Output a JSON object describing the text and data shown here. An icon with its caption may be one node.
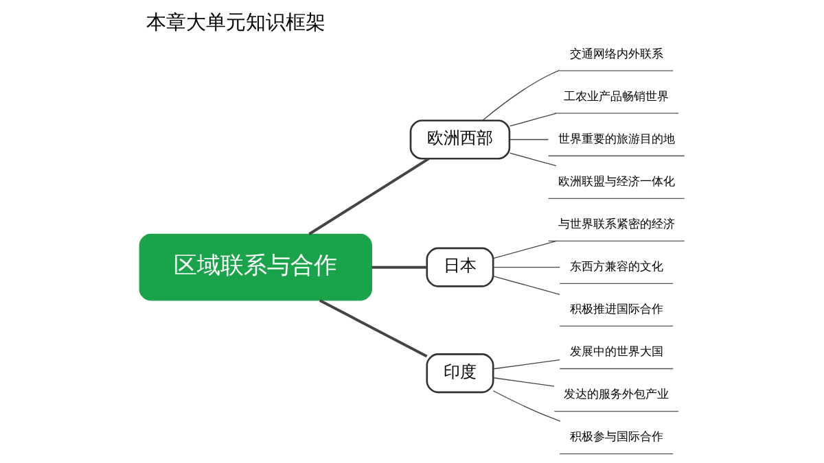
{
  "diagram": {
    "title": "本章大单元知识框架",
    "nodes": [
      {
        "text": [
          "区域联系与合作"
        ]
      },
      {
        "text": [
          "欧洲西部"
        ]
      },
      {
        "text": [
          "日本"
        ]
      },
      {
        "text": [
          "印度"
        ]
      },
      {
        "text": [
          "交通网络内外联系"
        ]
      },
      {
        "text": [
          "工农业产品畅销世界"
        ]
      },
      {
        "text": [
          "世界重要的旅游目的地"
        ]
      },
      {
        "text": [
          "欧洲联盟与经济一体化"
        ]
      },
      {
        "text": [
          "与世界联系紧密的经济"
        ]
      },
      {
        "text": [
          "东西方兼容的文化"
        ]
      },
      {
        "text": [
          "积极推进国际合作"
        ]
      },
      {
        "text": [
          "发展中的世界大国"
        ]
      },
      {
        "text": [
          "发达的服务外包产业"
        ]
      },
      {
        "text": [
          "积极参与国际合作"
        ]
      }
    ],
    "edges": [
      {
        "from": 0,
        "to": 1,
        "arrow": "none",
        "style": "thick"
      },
      {
        "from": 0,
        "to": 2,
        "arrow": "none",
        "style": "thick"
      },
      {
        "from": 0,
        "to": 3,
        "arrow": "none",
        "style": "thick"
      },
      {
        "from": 1,
        "to": 4,
        "arrow": "none"
      },
      {
        "from": 1,
        "to": 5,
        "arrow": "none"
      },
      {
        "from": 1,
        "to": 6,
        "arrow": "none"
      },
      {
        "from": 1,
        "to": 7,
        "arrow": "none"
      },
      {
        "from": 2,
        "to": 8,
        "arrow": "none"
      },
      {
        "from": 2,
        "to": 9,
        "arrow": "none"
      },
      {
        "from": 2,
        "to": 10,
        "arrow": "none"
      },
      {
        "from": 3,
        "to": 11,
        "arrow": "none"
      },
      {
        "from": 3,
        "to": 12,
        "arrow": "none"
      },
      {
        "from": 3,
        "to": 13,
        "arrow": "none"
      }
    ]
  }
}
